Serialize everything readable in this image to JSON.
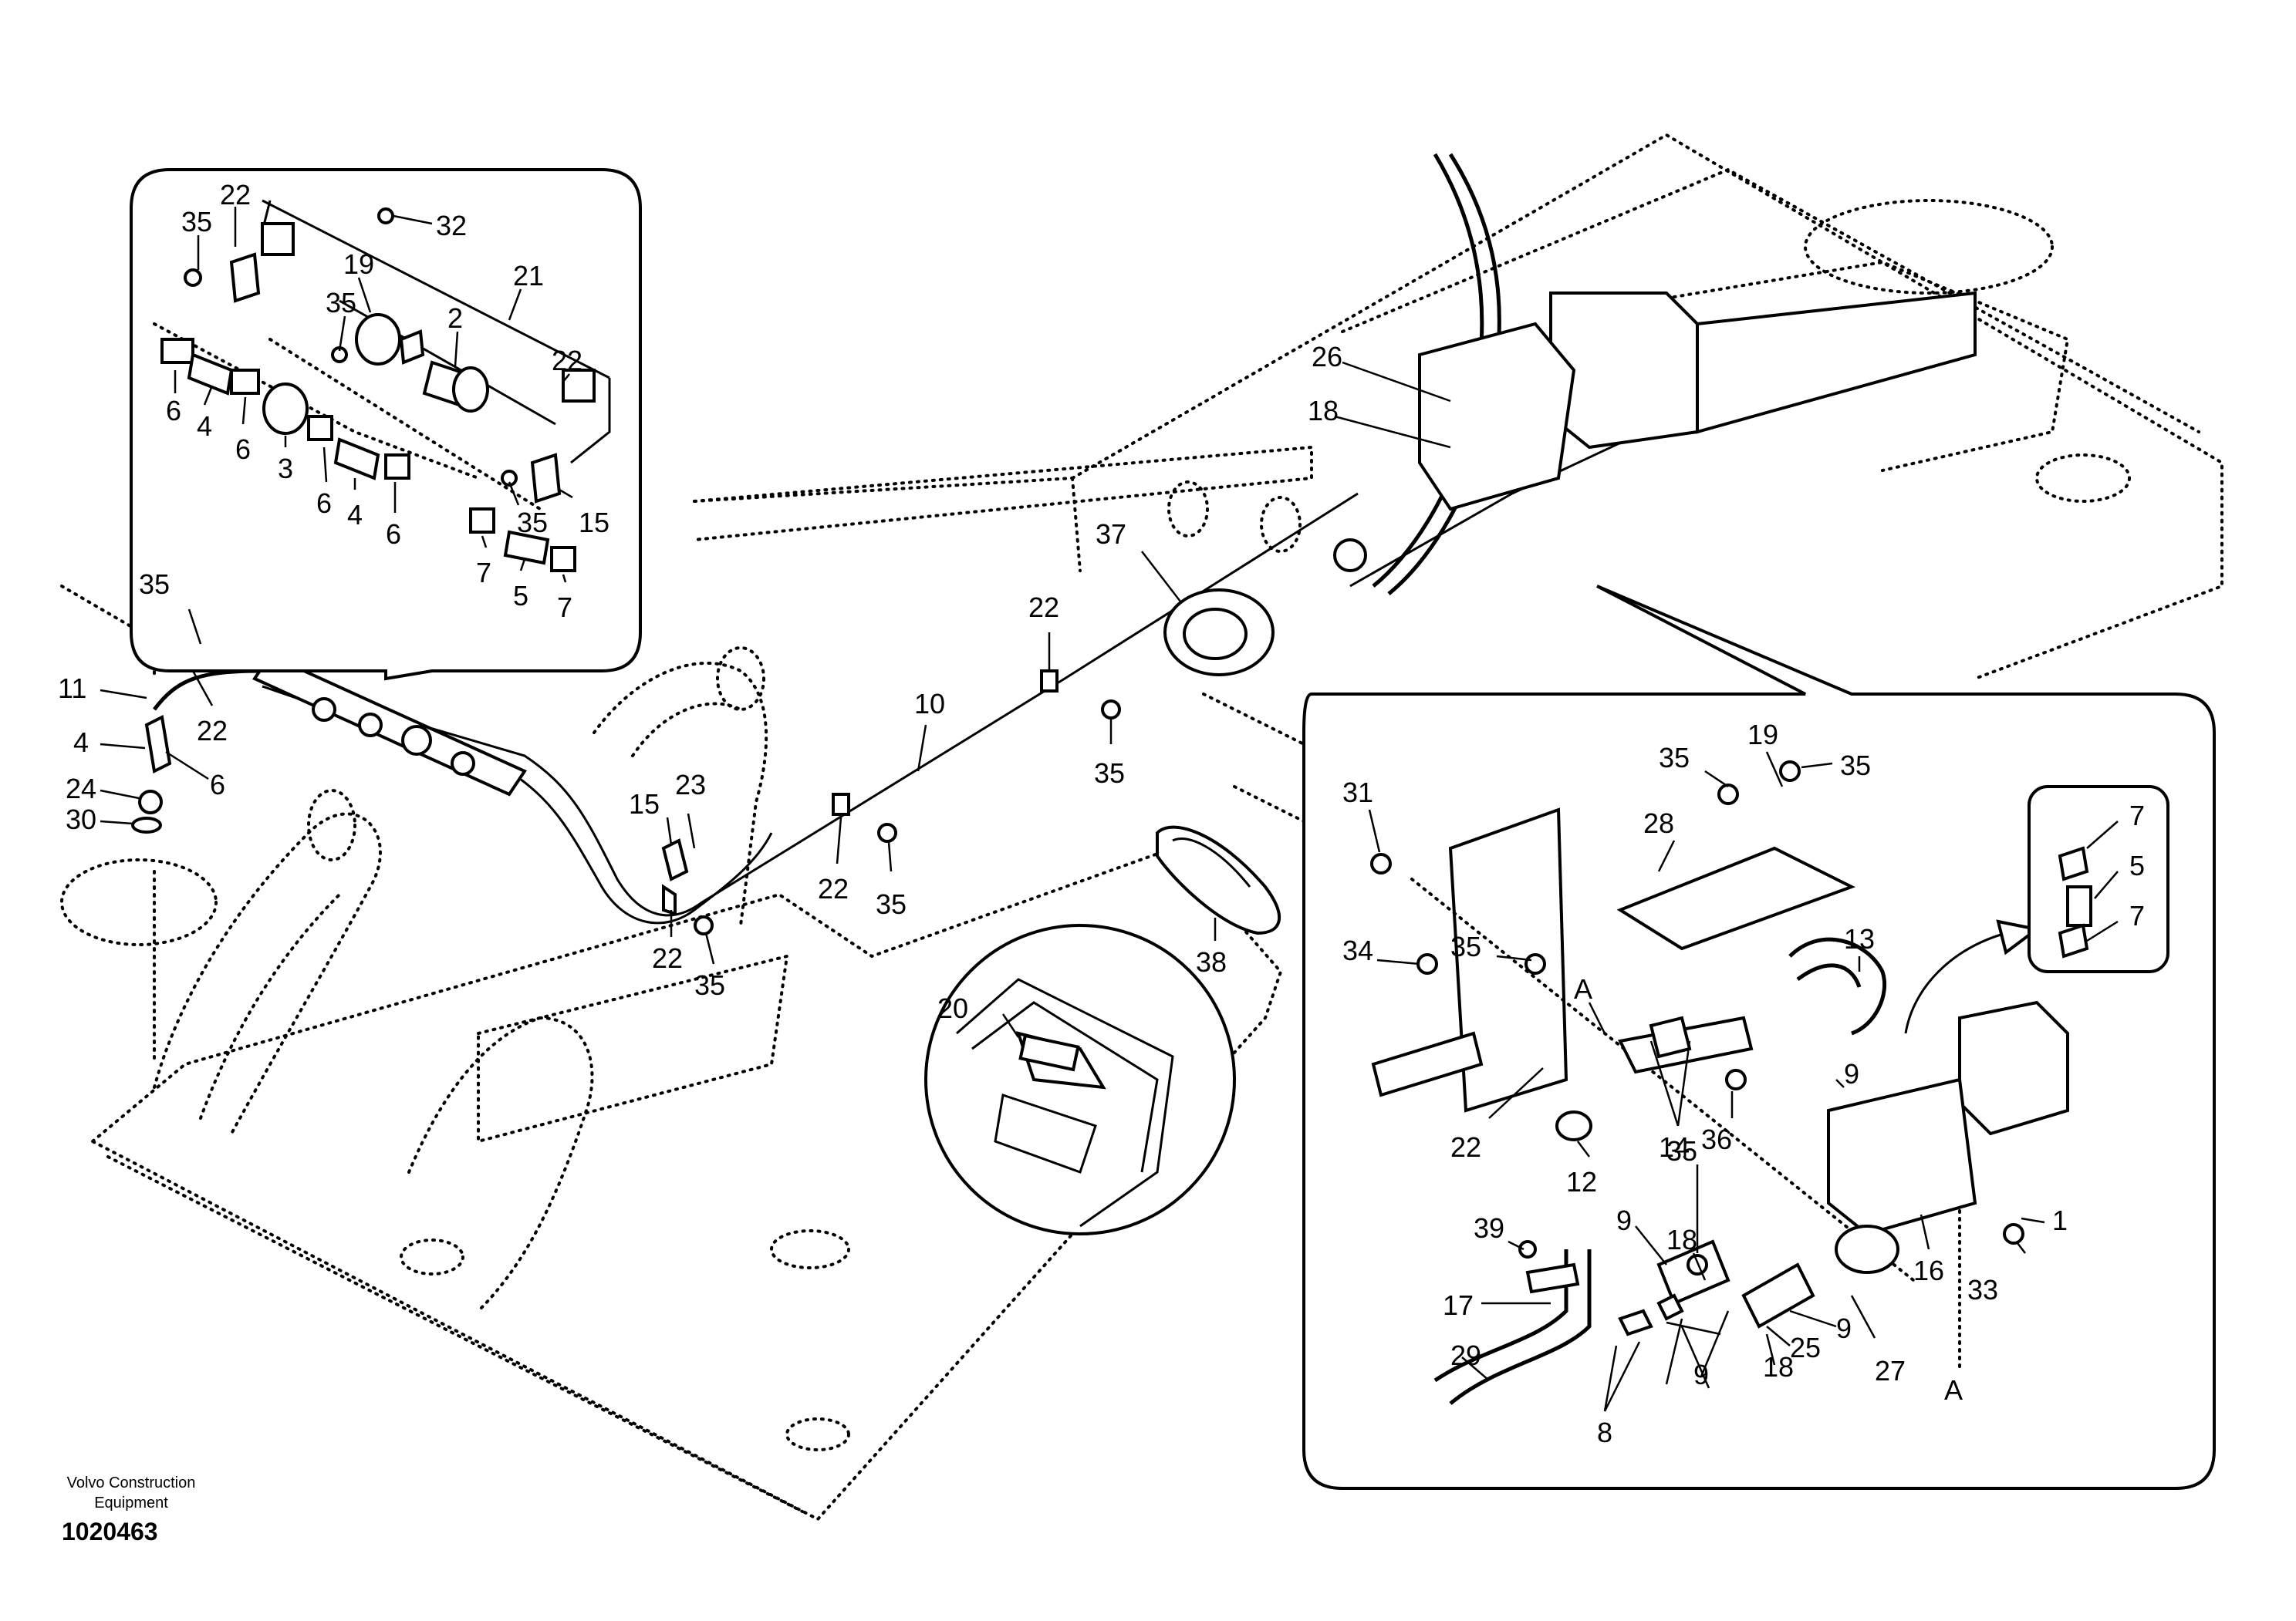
{
  "footer": {
    "brand_line1": "Volvo Construction",
    "brand_line2": "Equipment",
    "doc_number": "1020463"
  },
  "callouts": {
    "top_left_inset": [
      "22",
      "35",
      "32",
      "19",
      "21",
      "35",
      "2",
      "22",
      "6",
      "4",
      "6",
      "3",
      "6",
      "4",
      "6",
      "35",
      "15",
      "7",
      "5",
      "7"
    ],
    "main": [
      "35",
      "11",
      "22",
      "4",
      "6",
      "24",
      "30",
      "15",
      "23",
      "22",
      "35",
      "10",
      "22",
      "22",
      "35",
      "35",
      "37",
      "26",
      "18",
      "38",
      "20"
    ],
    "right_inset": [
      "19",
      "35",
      "35",
      "31",
      "28",
      "34",
      "35",
      "13",
      "A",
      "9",
      "22",
      "14",
      "12",
      "36",
      "35",
      "1",
      "39",
      "18",
      "9",
      "16",
      "33",
      "17",
      "9",
      "25",
      "27",
      "29",
      "8",
      "9",
      "18",
      "A"
    ],
    "mini_inset": [
      "7",
      "5",
      "7"
    ]
  }
}
